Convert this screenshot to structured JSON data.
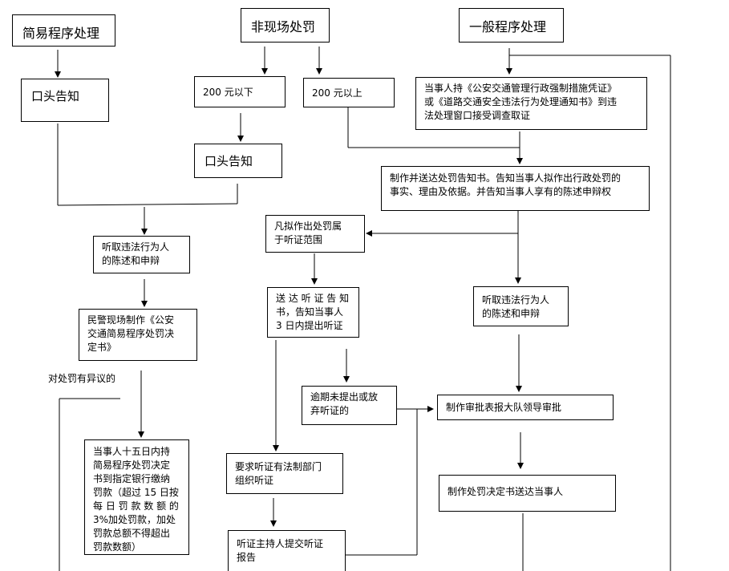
{
  "nodes": {
    "simple_header": "简易程序处理",
    "offsite_header": "非现场处罚",
    "general_header": "一般程序处理",
    "oral_notice_simple": "口头告知",
    "under_200": "200 元以下",
    "over_200": "200 元以上",
    "present_documents": "当事人持《公安交通管理行政强制措施凭证》\n或《道路交通安全违法行为处理通知书》到违\n法处理窗口接受调查取证",
    "oral_notice_offsite": "口头告知",
    "make_notice": "制作并送达处罚告知书。告知当事人拟作出行政处罚的\n事实、理由及依据。并告知当事人享有的陈述申辩权",
    "hearing_scope": "凡拟作出处罚属\n于听证范围",
    "listen_defense_left": "听取违法行为人\n的陈述和申辩",
    "deliver_hearing_notice": "送 达 听 证 告 知\n书，告知当事人\n3 日内提出听证",
    "listen_defense_right": "听取违法行为人\n的陈述和申辩",
    "police_simple_decision": "民警现场制作《公安\n交通简易程序处罚决\n定书》",
    "objection_label": "对处罚有异议的",
    "overdue_waive": "逾期未提出或放\n弃听证的",
    "approval": "制作审批表报大队领导审批",
    "pay_fine": "当事人十五日内持\n简易程序处罚决定\n书到指定银行缴纳\n罚款（超过 15 日按\n每 日 罚 款 数 额 的\n3%加处罚款，加处\n罚款总额不得超出\n罚款数额）",
    "request_hearing": "要求听证有法制部门\n组织听证",
    "deliver_decision": "制作处罚决定书送达当事人",
    "hearing_report": "听证主持人提交听证\n报告"
  }
}
